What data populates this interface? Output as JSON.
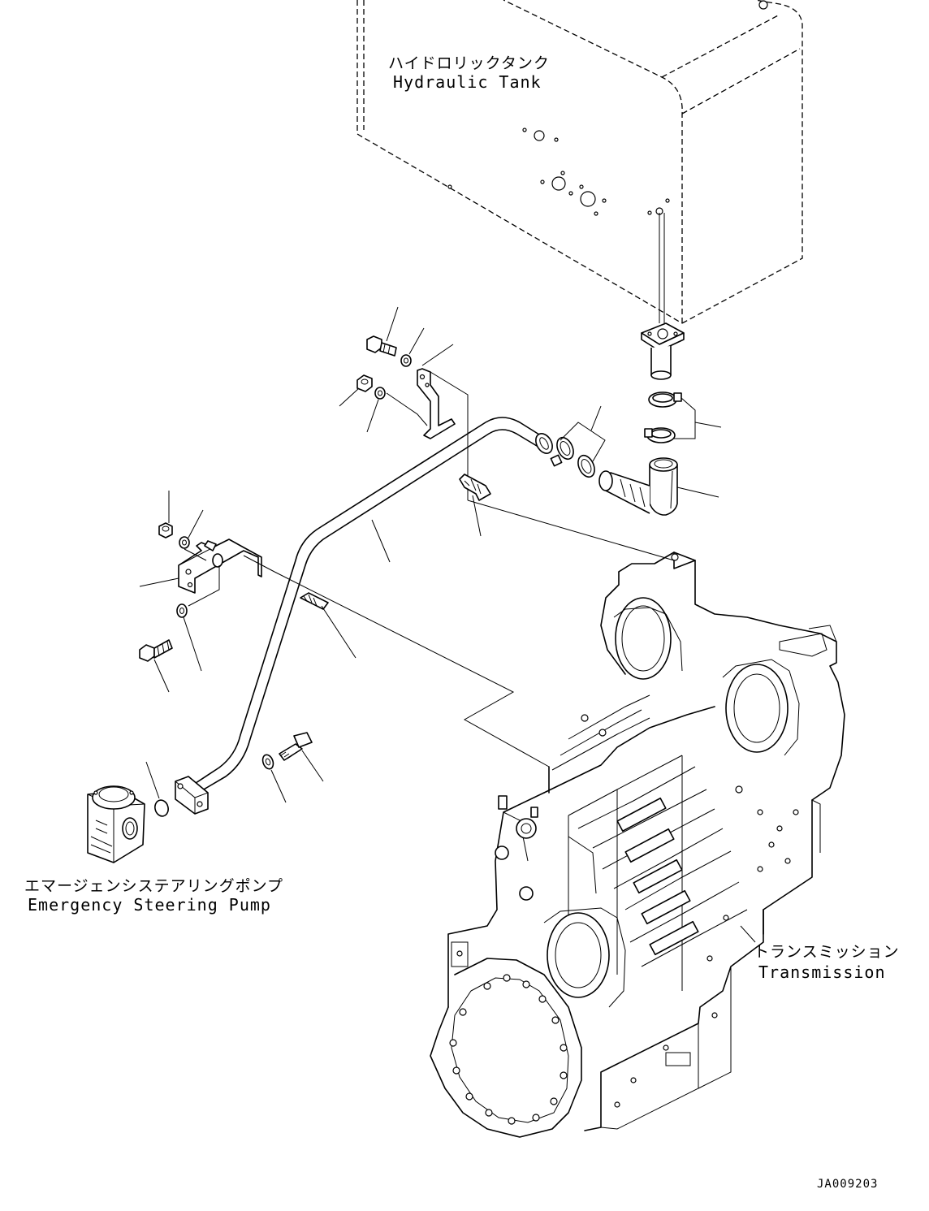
{
  "labels": {
    "hydraulic_tank_jp": "ハイドロリックタンク",
    "hydraulic_tank_en": "Hydraulic Tank",
    "emergency_pump_jp": "エマージェンシステアリングポンプ",
    "emergency_pump_en": "Emergency Steering Pump",
    "transmission_jp": "トランスミッション",
    "transmission_en": "Transmission"
  },
  "drawing_code": "JA009203"
}
